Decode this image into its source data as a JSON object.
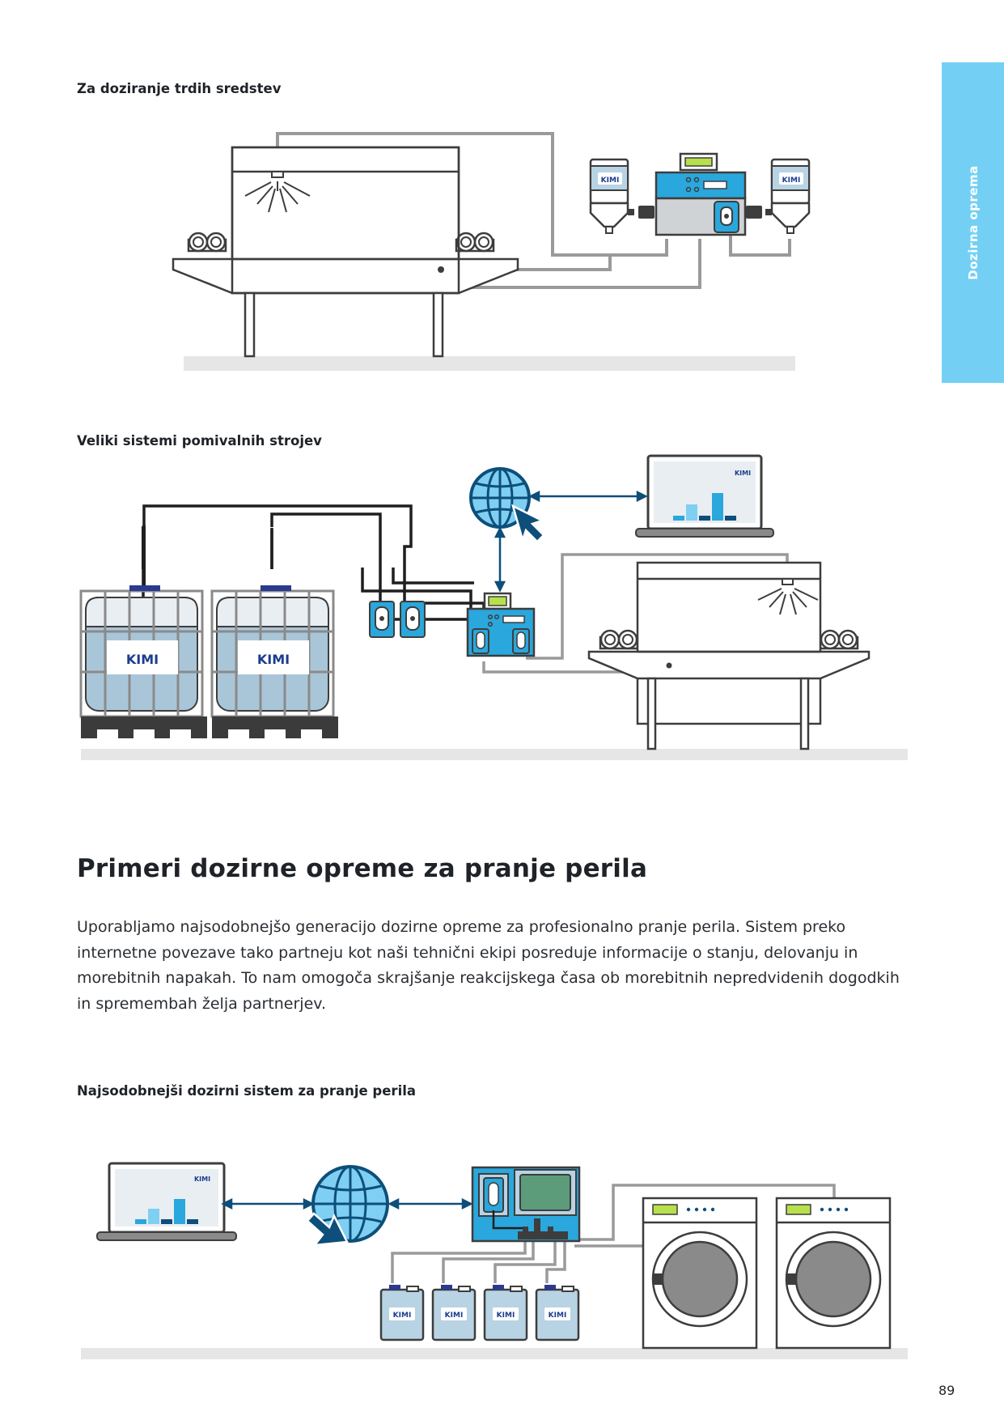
{
  "side_tab": {
    "label": "Dozirna oprema"
  },
  "section1": {
    "title": "Za doziranje trdih sredstev"
  },
  "section2": {
    "title": "Veliki sistemi pomivalnih strojev"
  },
  "main": {
    "heading": "Primeri dozirne opreme za pranje perila",
    "paragraph": "Uporabljamo najsodobnejšo generacijo dozirne opreme za profesionalno pranje perila. Sistem preko internetne povezave tako partneju kot naši tehnični ekipi posreduje informacije o stanju, delovanju in morebitnih napakah. To nam omogoča skrajšanje reakcijskega časa ob morebitnih nepredvidenih dogodkih in spremembah želja partnerjev."
  },
  "section3": {
    "title": "Najsodobnejši dozirni sistem za pranje perila"
  },
  "brand": {
    "logo_text": "KIMI"
  },
  "page": {
    "number": "89"
  },
  "colors": {
    "accent_light_blue": "#73d0f4",
    "device_blue": "#2aa7dc",
    "navy": "#1b3d8f",
    "dark_teal": "#0d4f7a",
    "pipe_gray": "#9a9a9a",
    "floor_gray": "#e6e6e6",
    "outline": "#3d3d3d"
  },
  "icons": [
    "globe-icon",
    "cursor-arrow-icon",
    "laptop-icon",
    "bar-chart-icon",
    "spray-nozzle-icon",
    "pump-icon"
  ]
}
